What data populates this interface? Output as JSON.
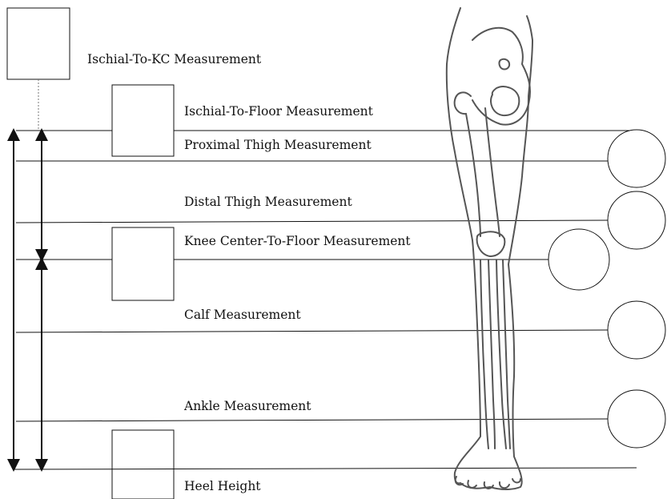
{
  "labels": {
    "ischial_to_kc": "Ischial-To-KC  Measurement",
    "ischial_to_floor": "Ischial-To-Floor Measurement",
    "proximal_thigh": "Proximal Thigh Measurement",
    "distal_thigh": "Distal Thigh Measurement",
    "knee_center_to_floor": "Knee Center-To-Floor Measurement",
    "calf": "Calf Measurement",
    "ankle": "Ankle Measurement",
    "heel_height": "Heel Height"
  },
  "colors": {
    "line": "#111111",
    "leg_outline": "#555555",
    "background": "#ffffff"
  },
  "icons": {
    "figure": "leg-skeleton-illustration"
  }
}
